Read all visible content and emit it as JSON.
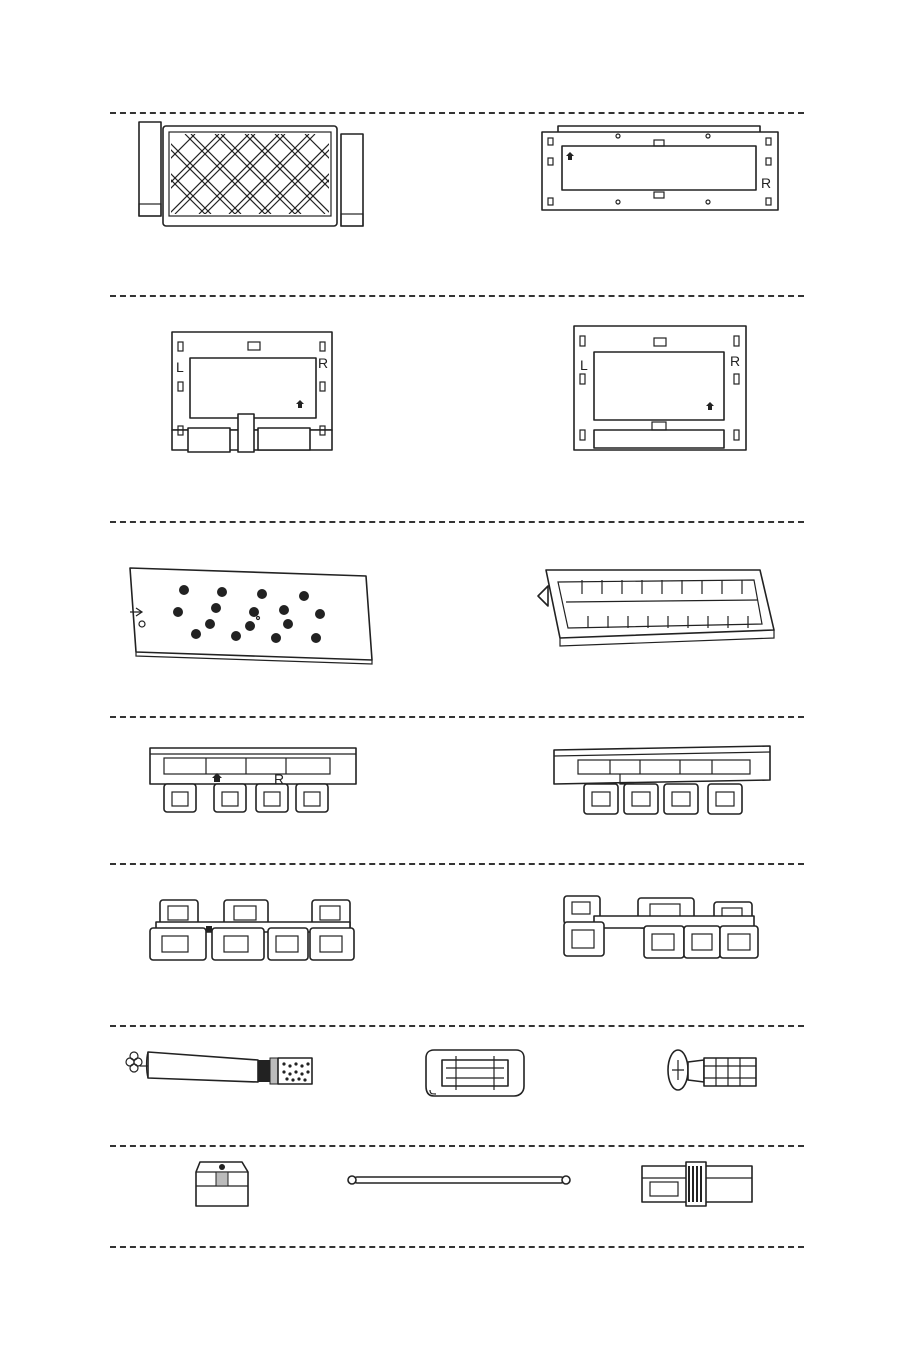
{
  "frame_labels": {
    "left": "L",
    "right": "R"
  },
  "rows": [
    {
      "parts": [
        "lattice-filter-tray",
        "wide-mounting-frame"
      ]
    },
    {
      "parts": [
        "left-bracket-frame-a",
        "left-bracket-frame-b"
      ]
    },
    {
      "parts": [
        "perforated-panel",
        "ribbed-tray"
      ]
    },
    {
      "parts": [
        "clip-rail-front",
        "clip-rail-back"
      ]
    },
    {
      "parts": [
        "clip-chain-a",
        "clip-chain-b"
      ]
    },
    {
      "parts": [
        "cleaning-brush",
        "square-spacer",
        "screw-anchor"
      ]
    },
    {
      "parts": [
        "end-cap",
        "long-rod",
        "sleeve-connector"
      ]
    }
  ]
}
